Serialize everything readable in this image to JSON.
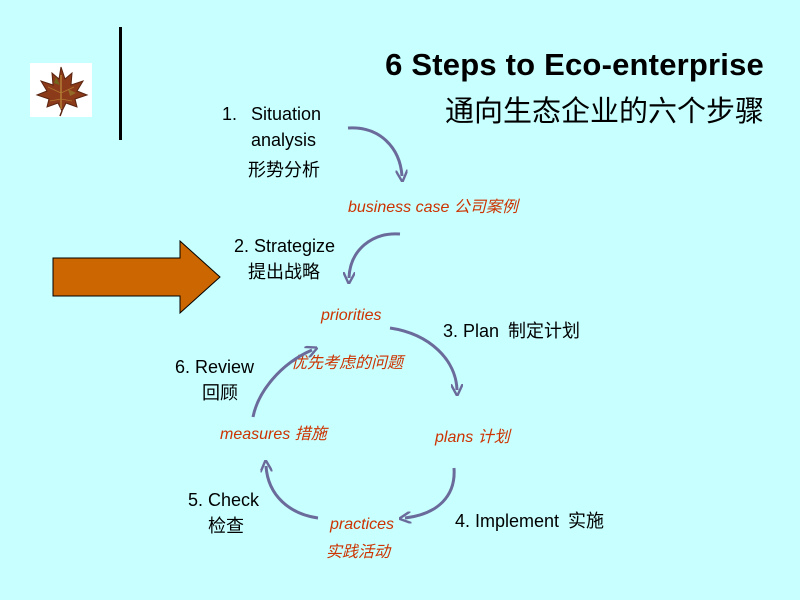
{
  "title": {
    "en": "6 Steps to Eco-enterprise",
    "zh": "通向生态企业的六个步骤"
  },
  "steps": {
    "s1": {
      "number": "1.",
      "line1": "Situation",
      "line2": "analysis",
      "zh": "形势分析"
    },
    "s2": {
      "line1": "2. Strategize",
      "zh": "提出战略"
    },
    "s3": {
      "line1": "3. Plan",
      "zh": "制定计划"
    },
    "s4": {
      "line1": "4. Implement",
      "zh": "实施"
    },
    "s5": {
      "line1": "5. Check",
      "zh": "检查"
    },
    "s6": {
      "line1": "6. Review",
      "zh": "回顾"
    }
  },
  "outputs": {
    "business_case": "business case  公司案例",
    "priorities_en": "priorities",
    "priorities_zh": "优先考虑的问题",
    "plans": "plans  计划",
    "practices_en": "practices",
    "practices_zh": "实践活动",
    "measures": "measures 措施"
  },
  "colors": {
    "background": "#C8FFFF",
    "output_text": "#CC3300",
    "arrow_stroke": "#6B6B9B",
    "big_arrow_fill": "#CC6600",
    "title": "#000000"
  },
  "icons": {
    "leaf": "maple-leaf-icon",
    "pointer": "block-arrow-right-icon"
  }
}
